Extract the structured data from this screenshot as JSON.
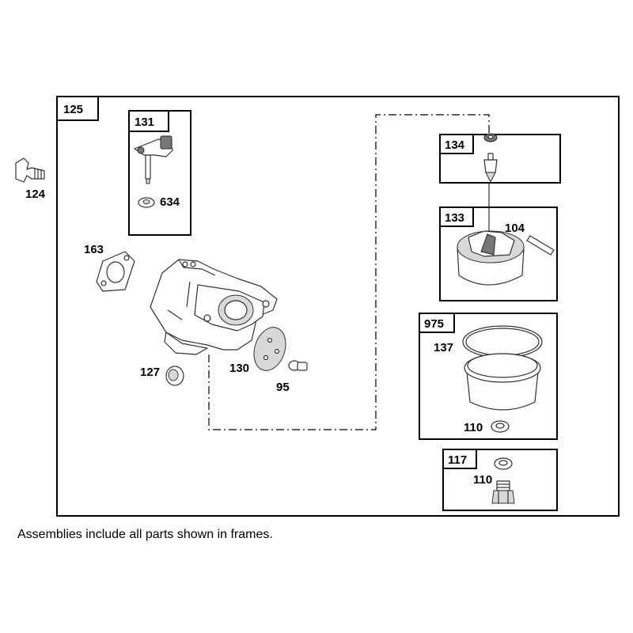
{
  "frames": {
    "main": "125",
    "f131": "131",
    "f134": "134",
    "f133": "133",
    "f975": "975",
    "f117": "117"
  },
  "labels": {
    "p124": "124",
    "p634": "634",
    "p163": "163",
    "p127": "127",
    "p130": "130",
    "p95": "95",
    "p104": "104",
    "p137": "137",
    "p110a": "110",
    "p110b": "110"
  },
  "footnote": "Assemblies include all parts shown in frames."
}
